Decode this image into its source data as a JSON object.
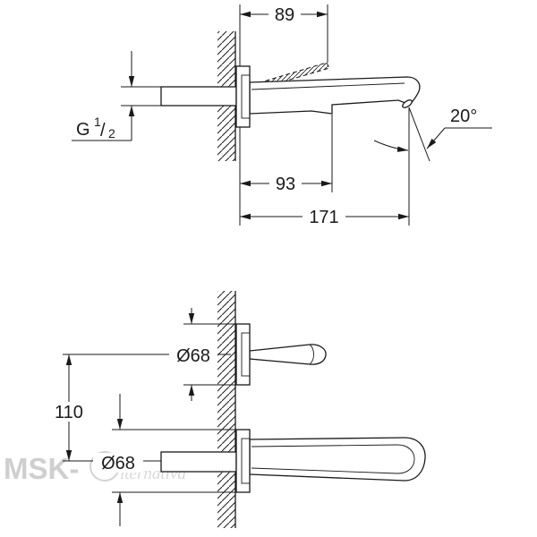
{
  "colors": {
    "line": "#1a1a1a",
    "watermark": "#a8a8a8"
  },
  "watermark": {
    "prefix": "MSK-",
    "text": "lternativa"
  },
  "side_view": {
    "dim_top": "89",
    "dim_bottom_short": "93",
    "dim_bottom_long": "171",
    "angle": "20°",
    "thread": {
      "letter": "G",
      "numerator": "1",
      "slash": "/",
      "denominator": "2"
    }
  },
  "front_view": {
    "dim_upper_diameter": "Ø68",
    "dim_center_distance": "110",
    "dim_lower_diameter": "Ø68"
  }
}
